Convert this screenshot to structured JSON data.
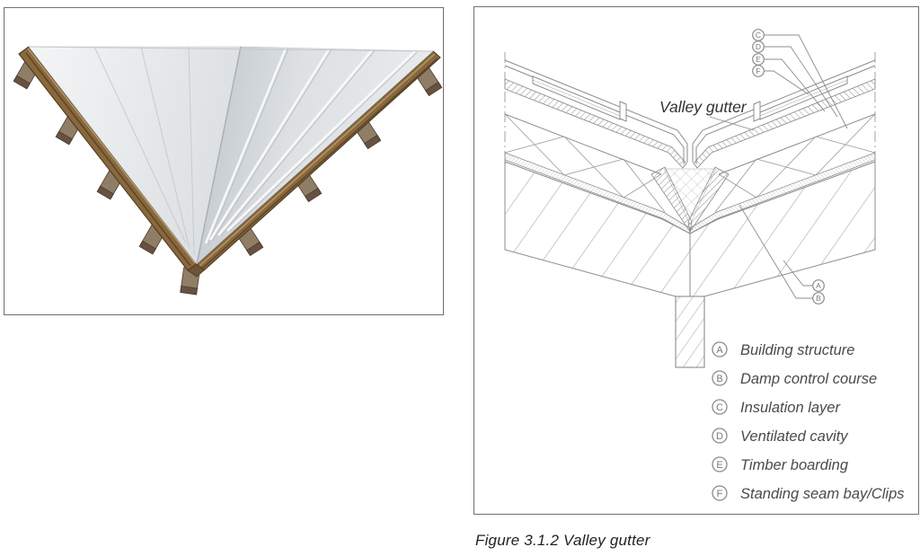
{
  "page": {
    "caption": "Figure 3.1.2 Valley gutter"
  },
  "photo_panel": {
    "description": "3D rendering of a standing seam metal valley gutter supported on timber rafters",
    "colors": {
      "metal_light": "#f2f3f4",
      "metal_shadow": "#c2c7cc",
      "timber": "#8a683c",
      "timber_dark": "#4c3a24",
      "rafter": "#8f7d66"
    }
  },
  "diagram_panel": {
    "annotation": "Valley gutter",
    "line_color": "#8c8c8c",
    "callouts_top": [
      {
        "letter": "C"
      },
      {
        "letter": "D"
      },
      {
        "letter": "E"
      },
      {
        "letter": "F"
      }
    ],
    "callouts_side": [
      {
        "letter": "A"
      },
      {
        "letter": "B"
      }
    ],
    "legend": [
      {
        "letter": "A",
        "label": "Building structure"
      },
      {
        "letter": "B",
        "label": "Damp control course"
      },
      {
        "letter": "C",
        "label": "Insulation layer"
      },
      {
        "letter": "D",
        "label": "Ventilated cavity"
      },
      {
        "letter": "E",
        "label": "Timber boarding"
      },
      {
        "letter": "F",
        "label": "Standing seam bay/Clips"
      }
    ]
  }
}
